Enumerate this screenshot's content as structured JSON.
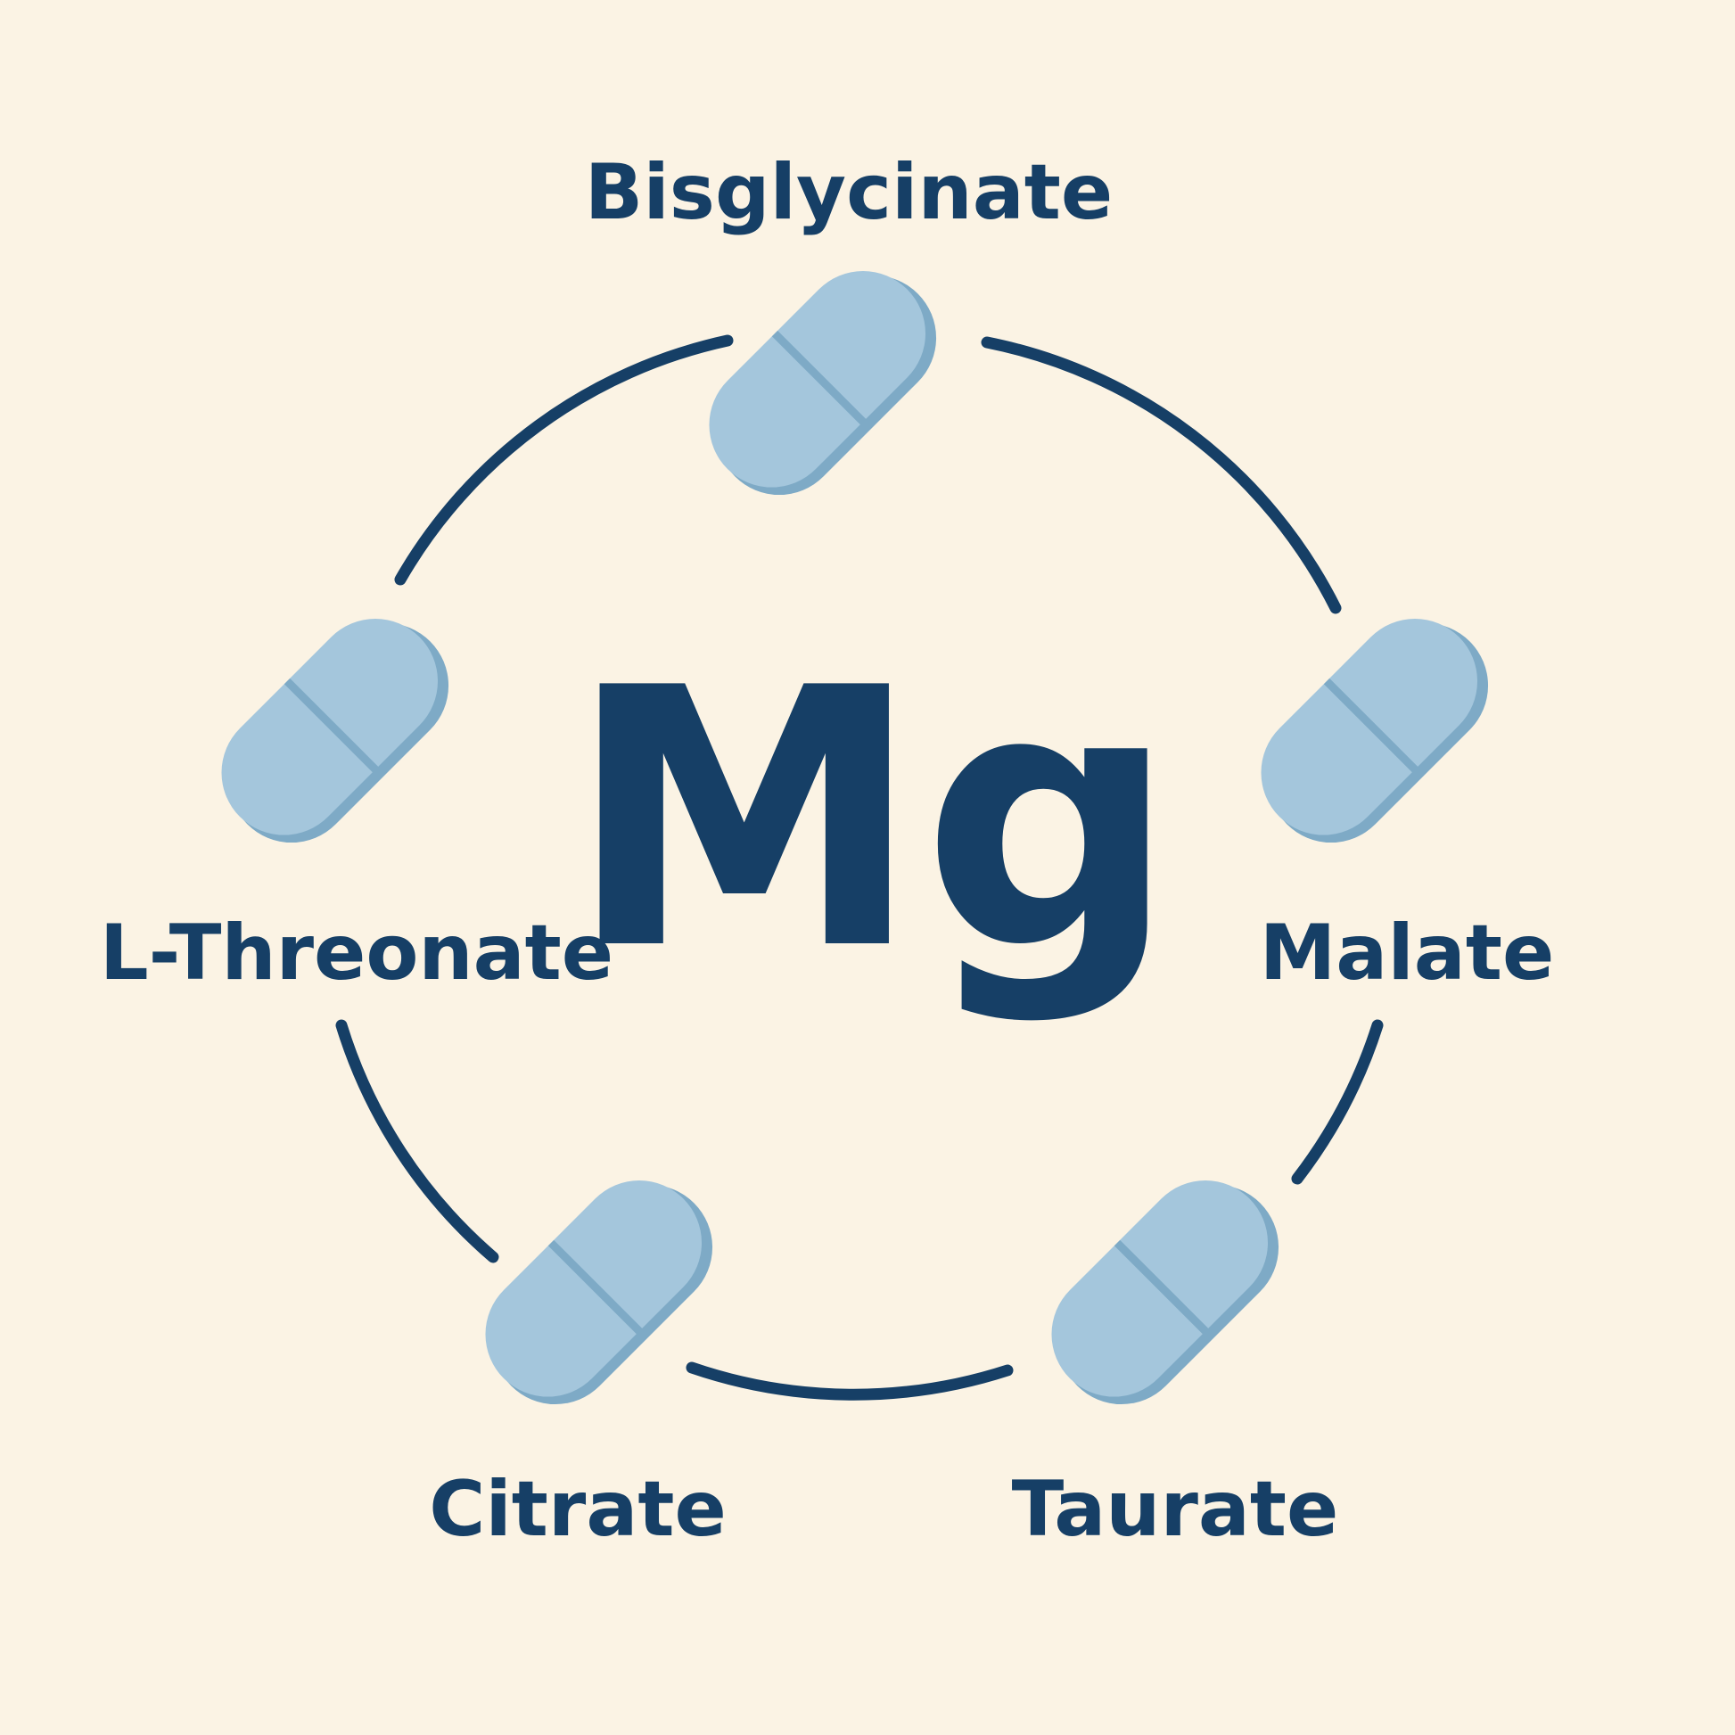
{
  "center": {
    "symbol": "Mg"
  },
  "forms": {
    "bisglycinate": "Bisglycinate",
    "malate": "Malate",
    "taurate": "Taurate",
    "citrate": "Citrate",
    "l_threonate": "L-Threonate"
  },
  "colors": {
    "background": "#fbf3e4",
    "text": "#163f66",
    "ring": "#163f66",
    "capsule_fill": "#a4c6dc",
    "capsule_shadow": "#7eaac6",
    "capsule_seam": "#7eaac6"
  },
  "icons": [
    "capsule-icon"
  ]
}
